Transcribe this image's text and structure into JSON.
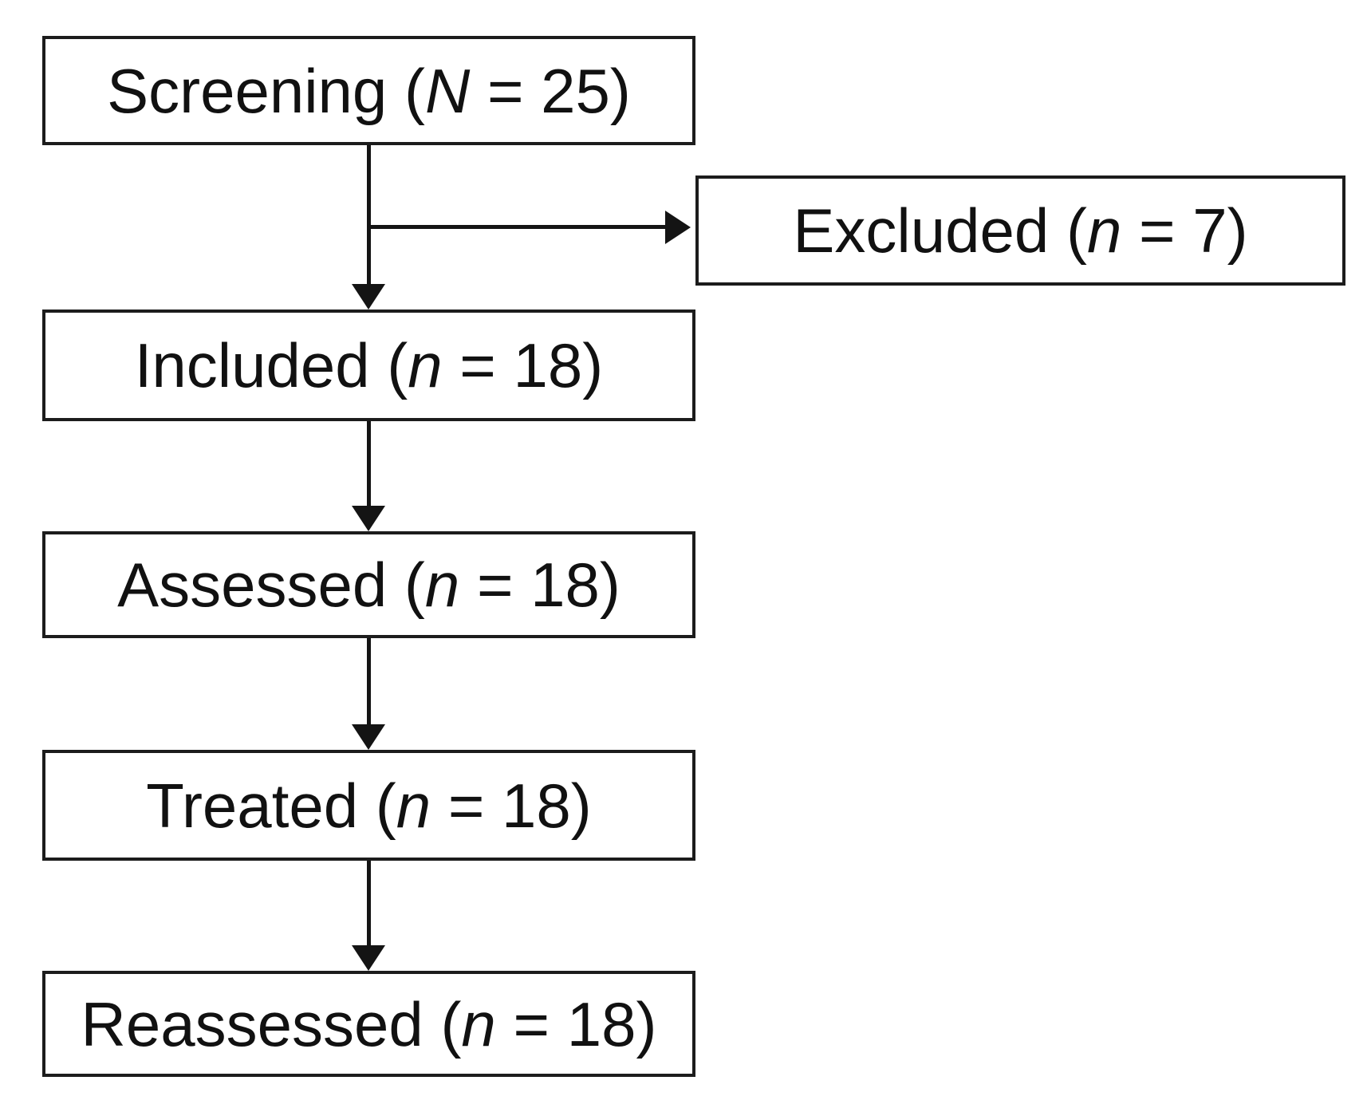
{
  "diagram": {
    "type": "flowchart",
    "nodes": [
      {
        "id": "screening",
        "text_before": "Screening (",
        "variable": "N",
        "text_after": " = 25)",
        "count": 25
      },
      {
        "id": "excluded",
        "text_before": "Excluded (",
        "variable": "n",
        "text_after": " = 7)",
        "count": 7
      },
      {
        "id": "included",
        "text_before": "Included (",
        "variable": "n",
        "text_after": " = 18)",
        "count": 18
      },
      {
        "id": "assessed",
        "text_before": "Assessed (",
        "variable": "n",
        "text_after": " = 18)",
        "count": 18
      },
      {
        "id": "treated",
        "text_before": "Treated (",
        "variable": "n",
        "text_after": " = 18)",
        "count": 18
      },
      {
        "id": "reassessed",
        "text_before": "Reassessed (",
        "variable": "n",
        "text_after": " = 18)",
        "count": 18
      }
    ],
    "edges": [
      {
        "from": "screening",
        "to": "included",
        "direction": "down"
      },
      {
        "from": "screening",
        "to": "excluded",
        "direction": "right"
      },
      {
        "from": "included",
        "to": "assessed",
        "direction": "down"
      },
      {
        "from": "assessed",
        "to": "treated",
        "direction": "down"
      },
      {
        "from": "treated",
        "to": "reassessed",
        "direction": "down"
      }
    ],
    "colors": {
      "background": "#ffffff",
      "box_fill": "#ffffff",
      "box_border": "#1c1c1c",
      "arrow": "#141414",
      "text": "#111111"
    }
  }
}
